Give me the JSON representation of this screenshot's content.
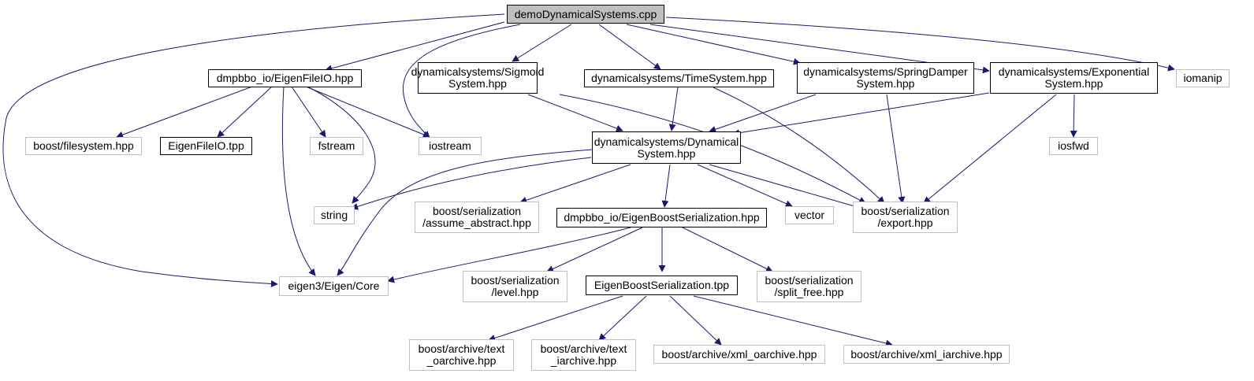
{
  "nodes": {
    "root": "demoDynamicalSystems.cpp",
    "eigenfileio_hpp": "dmpbbo_io/EigenFileIO.hpp",
    "sigmoid": "dynamicalsystems/Sigmoid\nSystem.hpp",
    "timesystem": "dynamicalsystems/TimeSystem.hpp",
    "springdamper": "dynamicalsystems/SpringDamper\nSystem.hpp",
    "exponential": "dynamicalsystems/Exponential\nSystem.hpp",
    "iomanip": "iomanip",
    "boost_filesystem": "boost/filesystem.hpp",
    "eigenfileio_tpp": "EigenFileIO.tpp",
    "fstream": "fstream",
    "iostream": "iostream",
    "dynamicalsystem": "dynamicalsystems/Dynamical\nSystem.hpp",
    "iosfwd": "iosfwd",
    "string": "string",
    "assume_abstract": "boost/serialization\n/assume_abstract.hpp",
    "eigenboost_hpp": "dmpbbo_io/EigenBoostSerialization.hpp",
    "vector": "vector",
    "export": "boost/serialization\n/export.hpp",
    "eigen_core": "eigen3/Eigen/Core",
    "level": "boost/serialization\n/level.hpp",
    "eigenboost_tpp": "EigenBoostSerialization.tpp",
    "split_free": "boost/serialization\n/split_free.hpp",
    "text_oarchive": "boost/archive/text\n_oarchive.hpp",
    "text_iarchive": "boost/archive/text\n_iarchive.hpp",
    "xml_oarchive": "boost/archive/xml_oarchive.hpp",
    "xml_iarchive": "boost/archive/xml_iarchive.hpp"
  },
  "colors": {
    "edge": "#191970",
    "file_border": "#000000",
    "external_border": "#bfbfbf",
    "root_fill": "#bfbfbf"
  }
}
